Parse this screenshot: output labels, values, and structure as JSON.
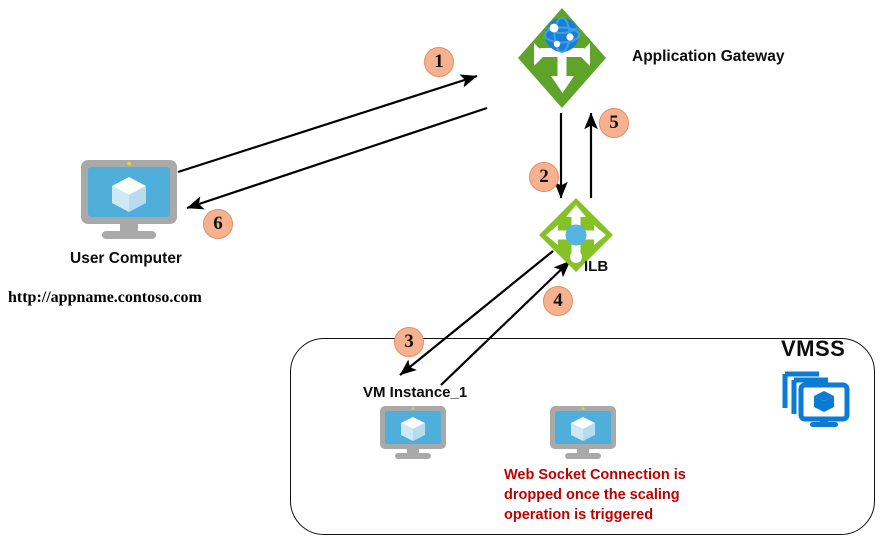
{
  "diagram": {
    "title_url": "http://appname.contoso.com",
    "nodes": {
      "app_gateway": {
        "label": "Application Gateway",
        "icon": "application-gateway-icon",
        "color": "#5EA32A"
      },
      "ilb": {
        "label": "ILB",
        "icon": "internal-load-balancer-icon",
        "color": "#84C226"
      },
      "user_computer": {
        "label": "User Computer",
        "icon": "monitor-icon"
      },
      "vm_instance_1": {
        "label": "VM Instance_1",
        "icon": "monitor-icon"
      },
      "vm_instance_2": {
        "label": "",
        "icon": "monitor-icon"
      },
      "vmss": {
        "label": "VMSS",
        "icon": "vmss-stacked-monitors-icon",
        "color": "#0078D4"
      }
    },
    "steps": [
      {
        "number": "1",
        "from": "user_computer",
        "to": "app_gateway"
      },
      {
        "number": "2",
        "from": "app_gateway",
        "to": "ilb"
      },
      {
        "number": "3",
        "from": "ilb",
        "to": "vm_instance_1"
      },
      {
        "number": "4",
        "from": "vm_instance_1",
        "to": "ilb"
      },
      {
        "number": "5",
        "from": "ilb",
        "to": "app_gateway"
      },
      {
        "number": "6",
        "from": "app_gateway",
        "to": "user_computer"
      }
    ],
    "warning": {
      "color": "#C00000",
      "lines": [
        "Web Socket Connection is",
        "dropped once the scaling",
        "operation is triggered"
      ]
    }
  }
}
